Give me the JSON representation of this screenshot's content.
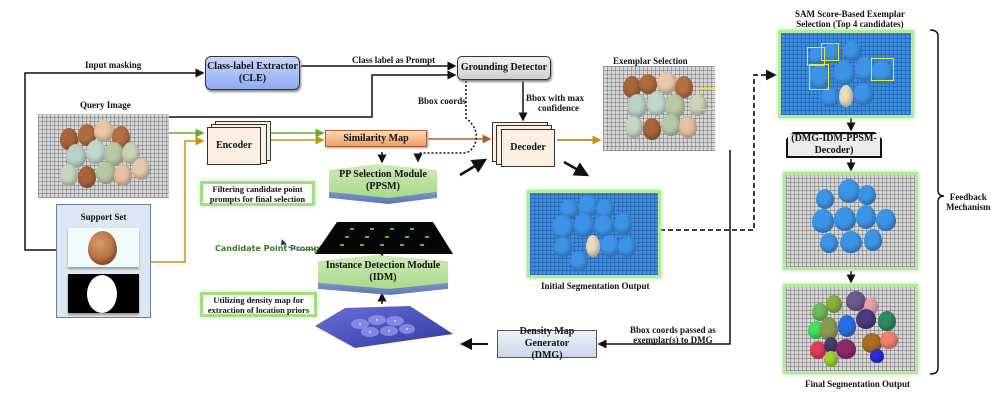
{
  "diagram": {
    "type": "pipeline-flowchart",
    "labels": {
      "input_masking": "Input masking",
      "class_label_prompt": "Class label as Prompt",
      "query_image": "Query Image",
      "support_set": "Support Set",
      "bbox_coords": "Bbox coords",
      "bbox_max_conf_1": "Bbox with max",
      "bbox_max_conf_2": "confidence",
      "exemplar_selection": "Exemplar Selection",
      "candidate_point_prompts": "Candidate Point Prompts",
      "initial_segmentation_output": "Initial Segmentation Output",
      "bbox_passed_1": "Bbox coords passed as",
      "bbox_passed_2": "exemplar(s) to DMG",
      "sam_title_1": "SAM Score-Based Exemplar",
      "sam_title_2": "Selection (Top 4 candidates)",
      "final_segmentation_output": "Final Segmentation Output",
      "feedback_1": "Feedback",
      "feedback_2": "Mechanism"
    },
    "nodes": {
      "cle_1": "Class-label Extractor",
      "cle_2": "(CLE)",
      "grounding_detector": "Grounding Detector",
      "encoder": "Encoder",
      "similarity_map": "Similarity Map",
      "decoder": "Decoder",
      "ppsm_1": "PP Selection Module",
      "ppsm_2": "(PPSM)",
      "idm_1": "Instance Detection Module",
      "idm_2": "(IDM)",
      "dmg_1": "Density Map Generator",
      "dmg_2": "(DMG)",
      "feedback_block": "(DMG-IDM-PPSM-Decoder)"
    },
    "notes": {
      "ppsm_note_1": "Filtering candidate point",
      "ppsm_note_2": "prompts for final selection",
      "idm_note_1": "Utilizing density map for",
      "idm_note_2": "extraction of location priors"
    },
    "colors": {
      "green_arrow": "#6aa832",
      "gold_arrow": "#c8960a",
      "brown_arrow": "#b0602a",
      "candidate_text": "#3c7a28",
      "highlight_box": "#e8e83a",
      "glow": "#b4e89a"
    }
  }
}
